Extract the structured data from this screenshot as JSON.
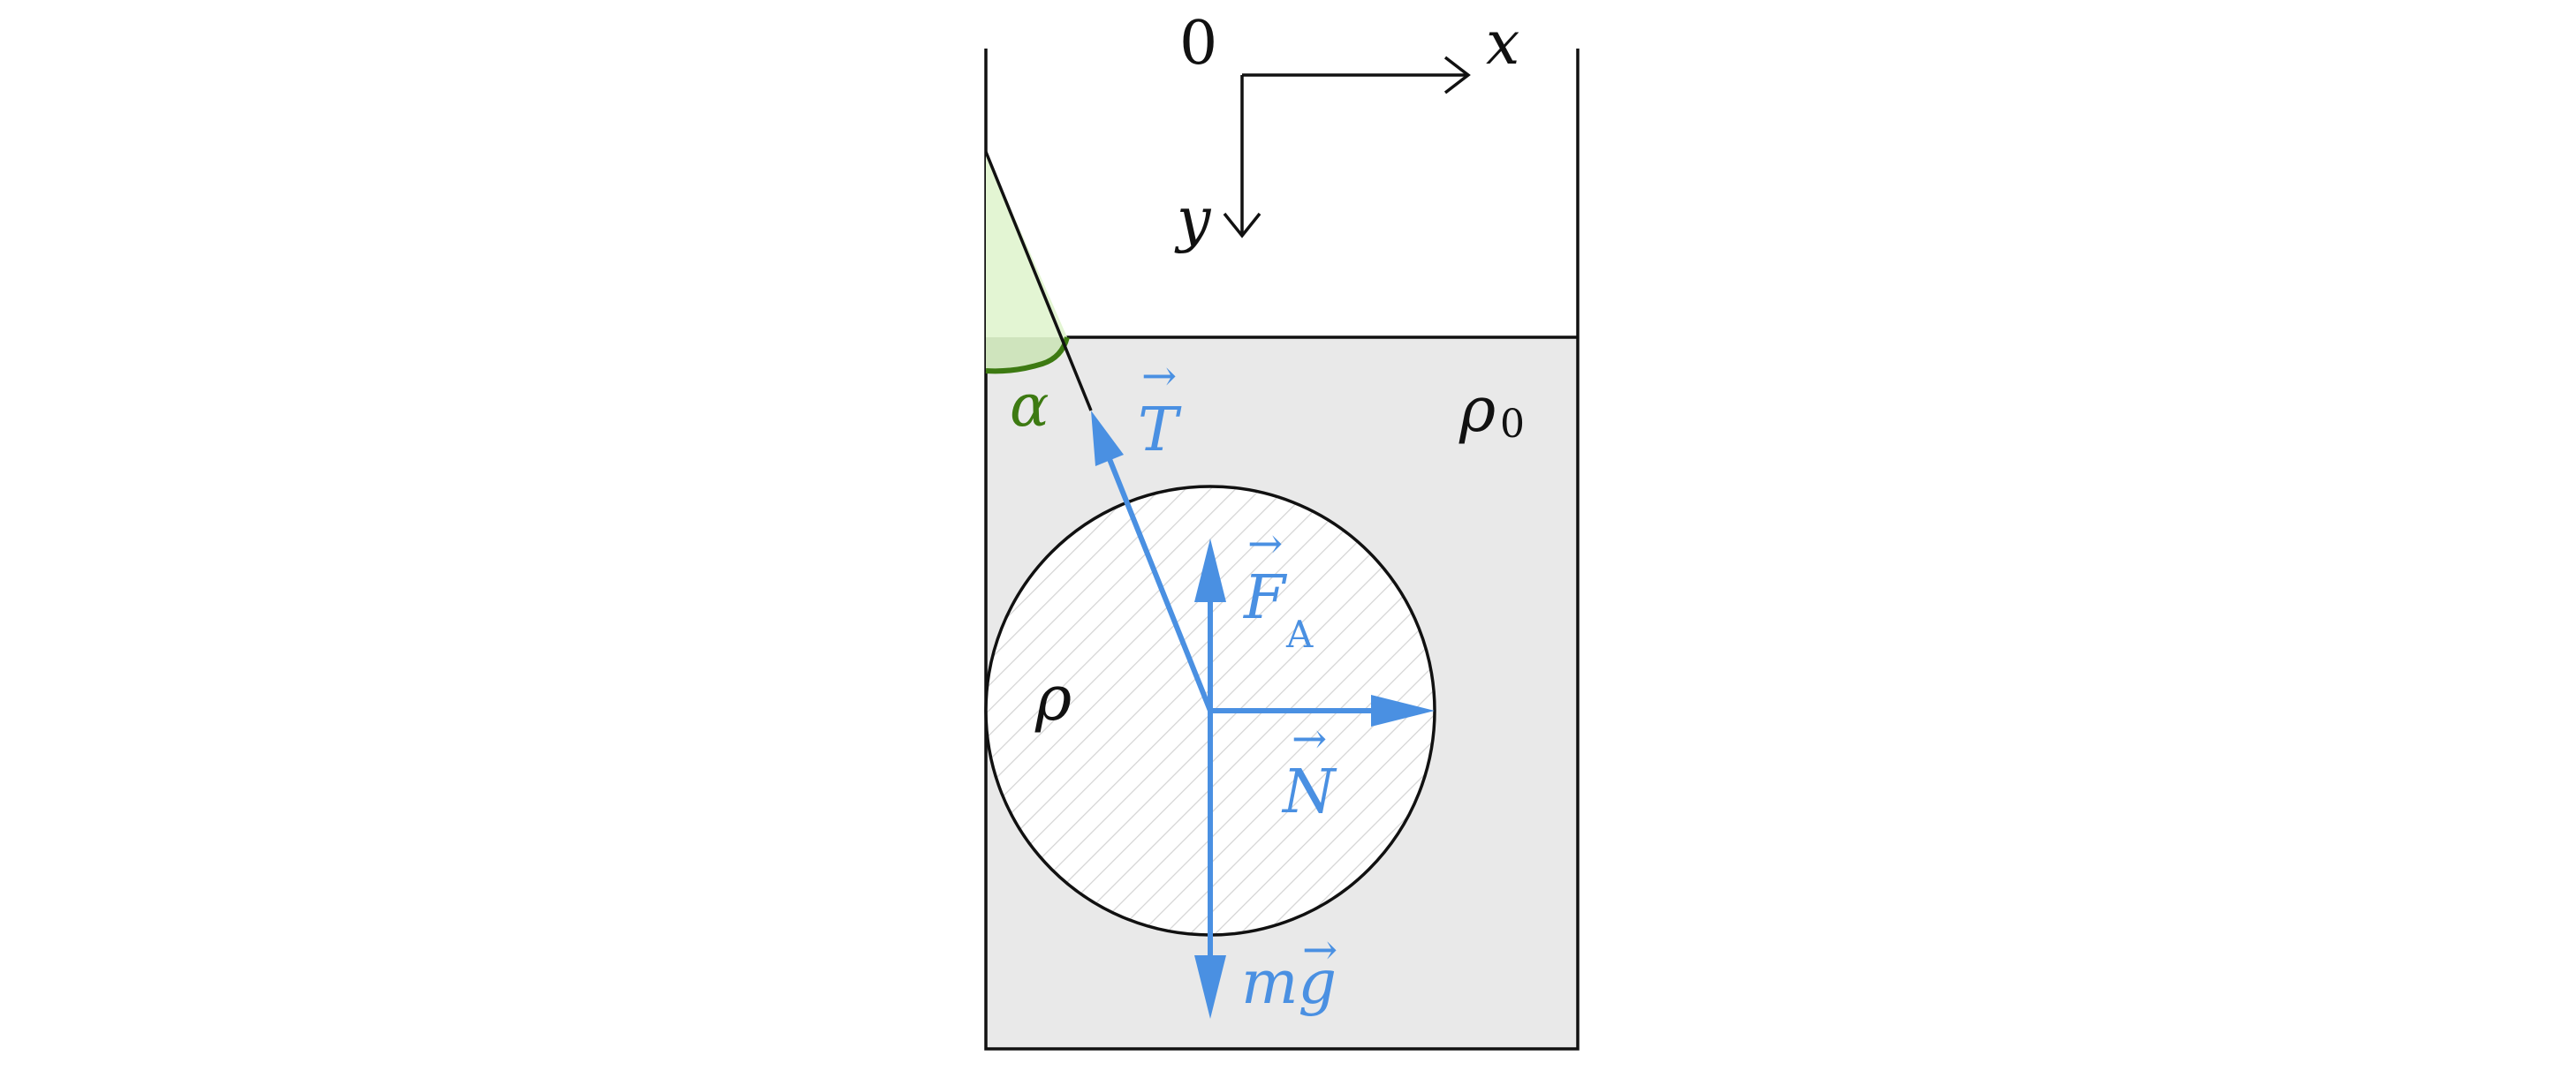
{
  "colors": {
    "force": "#4a90e2",
    "liquid": "#e9e9e9",
    "angle": "#3d7a12",
    "angle_fill": "#e3f5d3",
    "outline": "#111111"
  },
  "axes": {
    "origin_label": "0",
    "x_label": "x",
    "y_label": "y"
  },
  "labels": {
    "liquid_density": "ρ",
    "liquid_density_sub": "0",
    "ball_density": "ρ",
    "angle": "α"
  },
  "forces": {
    "tension": {
      "label": "T",
      "arrow": "→"
    },
    "archimedes": {
      "label": "F",
      "sub": "A",
      "arrow": "→"
    },
    "normal": {
      "label": "N",
      "arrow": "→"
    },
    "gravity": {
      "label": "mg",
      "arrow": "→"
    }
  }
}
